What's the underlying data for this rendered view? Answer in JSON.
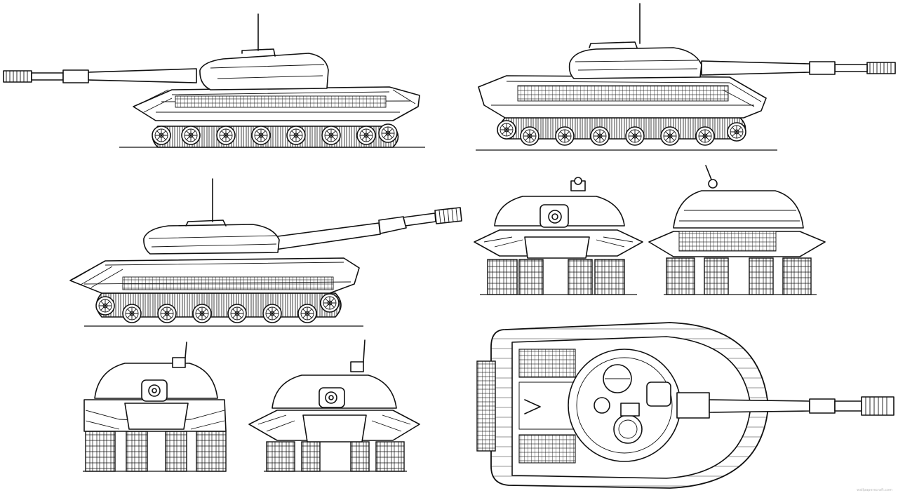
{
  "drawing": {
    "subject": "heavy-tank-blueprint",
    "views": [
      {
        "id": "left-side"
      },
      {
        "id": "right-side"
      },
      {
        "id": "left-side-gun-raised"
      },
      {
        "id": "front-upper"
      },
      {
        "id": "rear-upper"
      },
      {
        "id": "front-lower"
      },
      {
        "id": "front-three-quarter"
      },
      {
        "id": "top-plan"
      }
    ],
    "colors": {
      "background": "#ffffff",
      "ink": "#111111",
      "watermark": "#bbbbbb"
    },
    "watermark": "wallpaperscraft.com"
  }
}
